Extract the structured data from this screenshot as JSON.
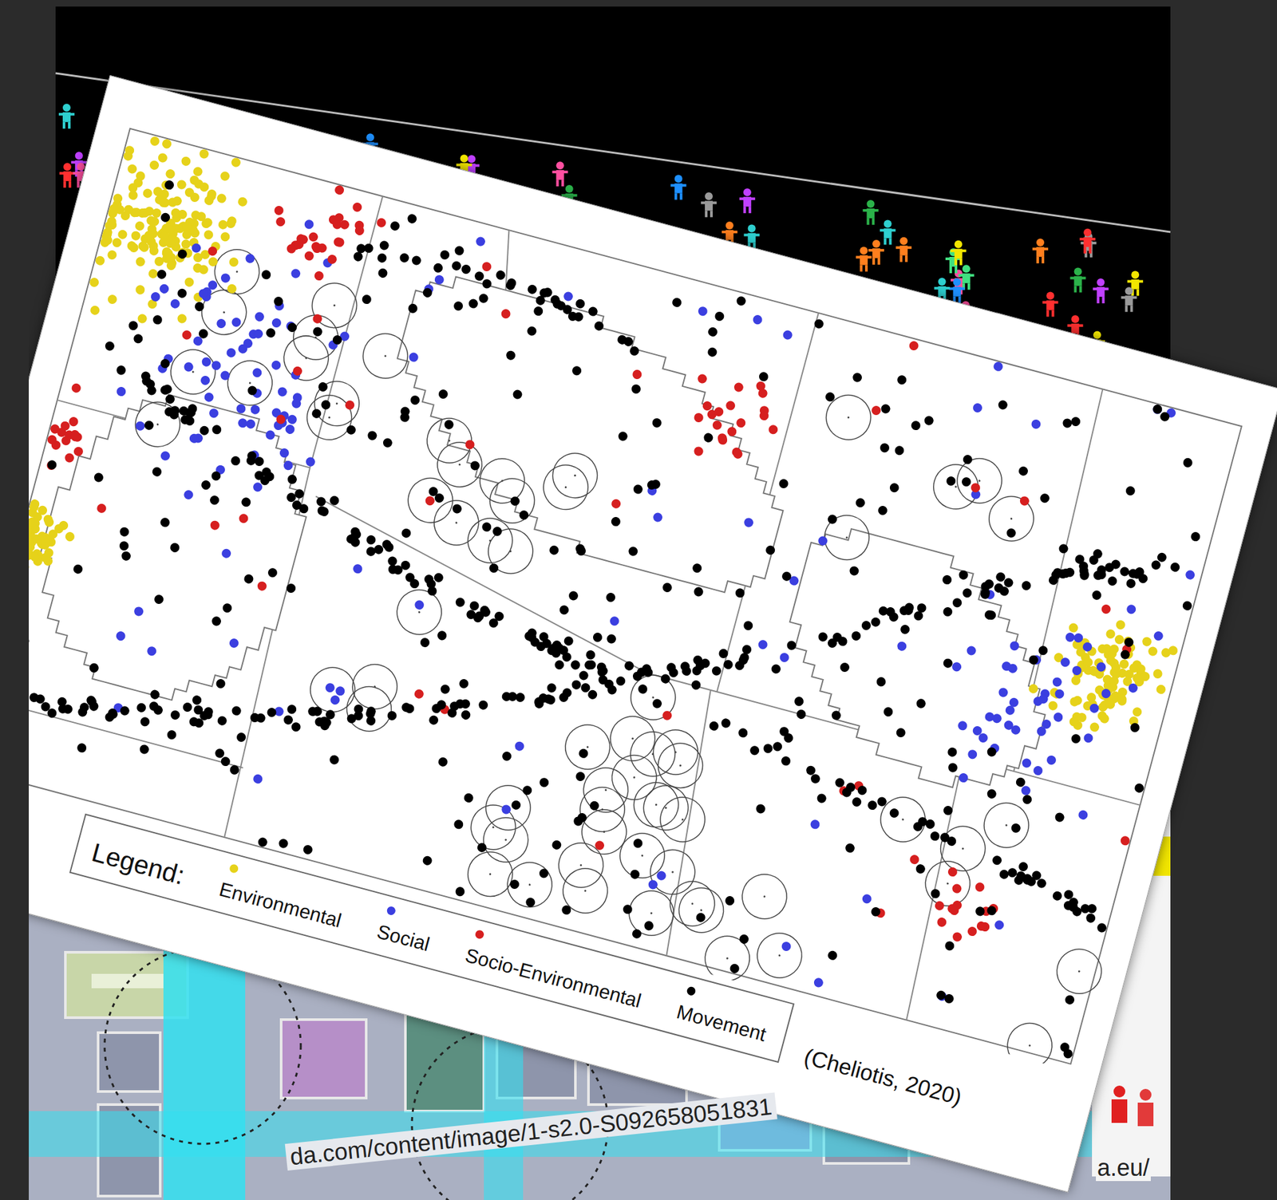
{
  "diagram": {
    "labels": [
      "da.com/content/image/1-s2.0-S092658051831",
      "a.eu/",
      "Legend:",
      "(Cheliotis, 2020)"
    ],
    "legend": [
      {
        "text": "Environmental",
        "color": "#e6d21a"
      },
      {
        "text": "Social",
        "color": "#3b3fe0"
      },
      {
        "text": "Socio-Environmental",
        "color": "#d61f1f"
      },
      {
        "text": "Movement",
        "color": "#000000"
      }
    ]
  }
}
